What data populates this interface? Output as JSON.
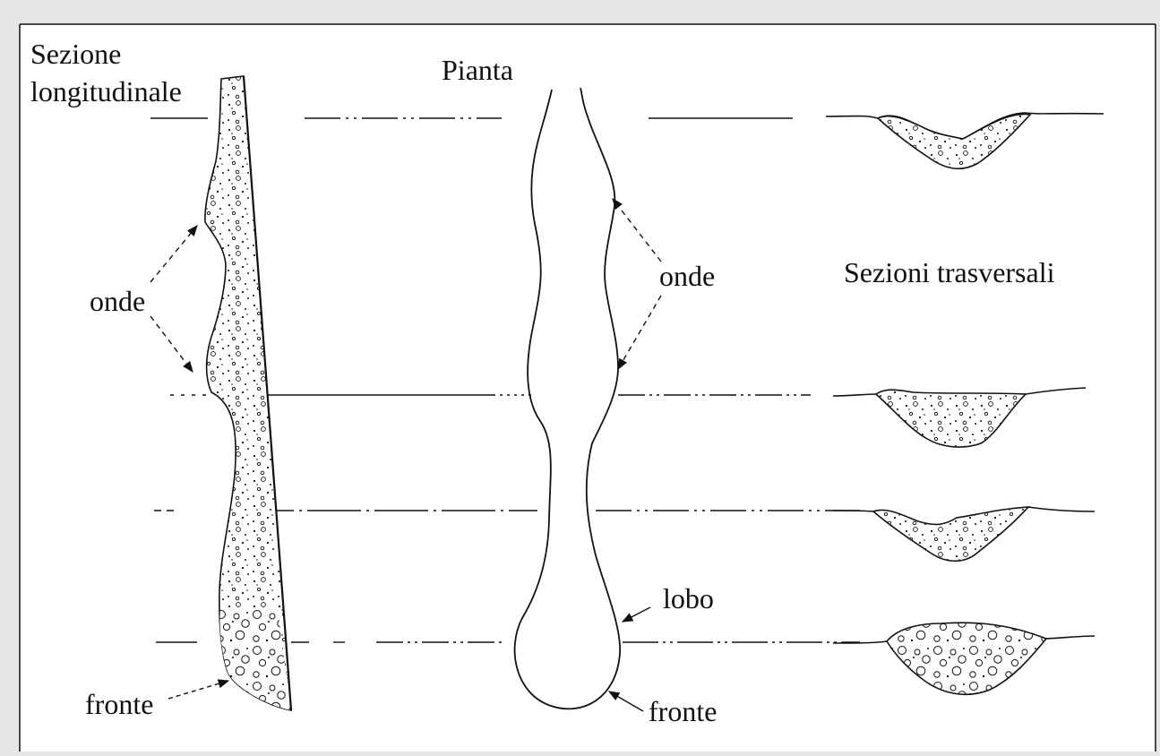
{
  "labels": {
    "longitudinal_line1": "Sezione",
    "longitudinal_line2": "longitudinale",
    "plan": "Pianta",
    "waves_left": "onde",
    "waves_center": "onde",
    "transverse": "Sezioni trasversali",
    "lobe": "lobo",
    "front_left": "fronte",
    "front_center": "fronte"
  },
  "colors": {
    "background": "#e6e6e6",
    "panel": "#ffffff",
    "ink": "#111111"
  }
}
